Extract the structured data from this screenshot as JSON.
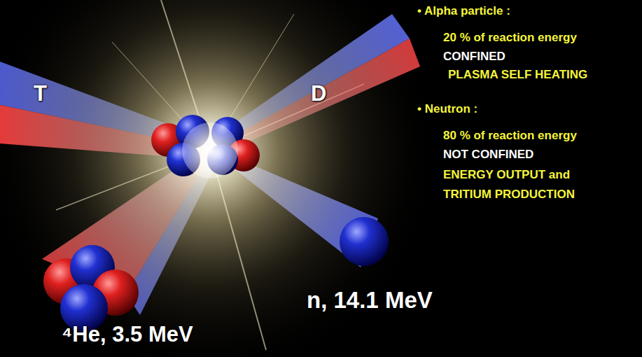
{
  "diagram": {
    "labels": [
      "T",
      "D",
      "• Alpha particle :",
      "20 % of reaction energy",
      "CONFINED",
      "PLASMA SELF HEATING",
      "• Neutron :",
      "80 % of reaction energy",
      "NOT CONFINED",
      "ENERGY OUTPUT and",
      "TRITIUM PRODUCTION",
      "n, 14.1 MeV",
      "⁴He, 3.5 MeV"
    ]
  }
}
